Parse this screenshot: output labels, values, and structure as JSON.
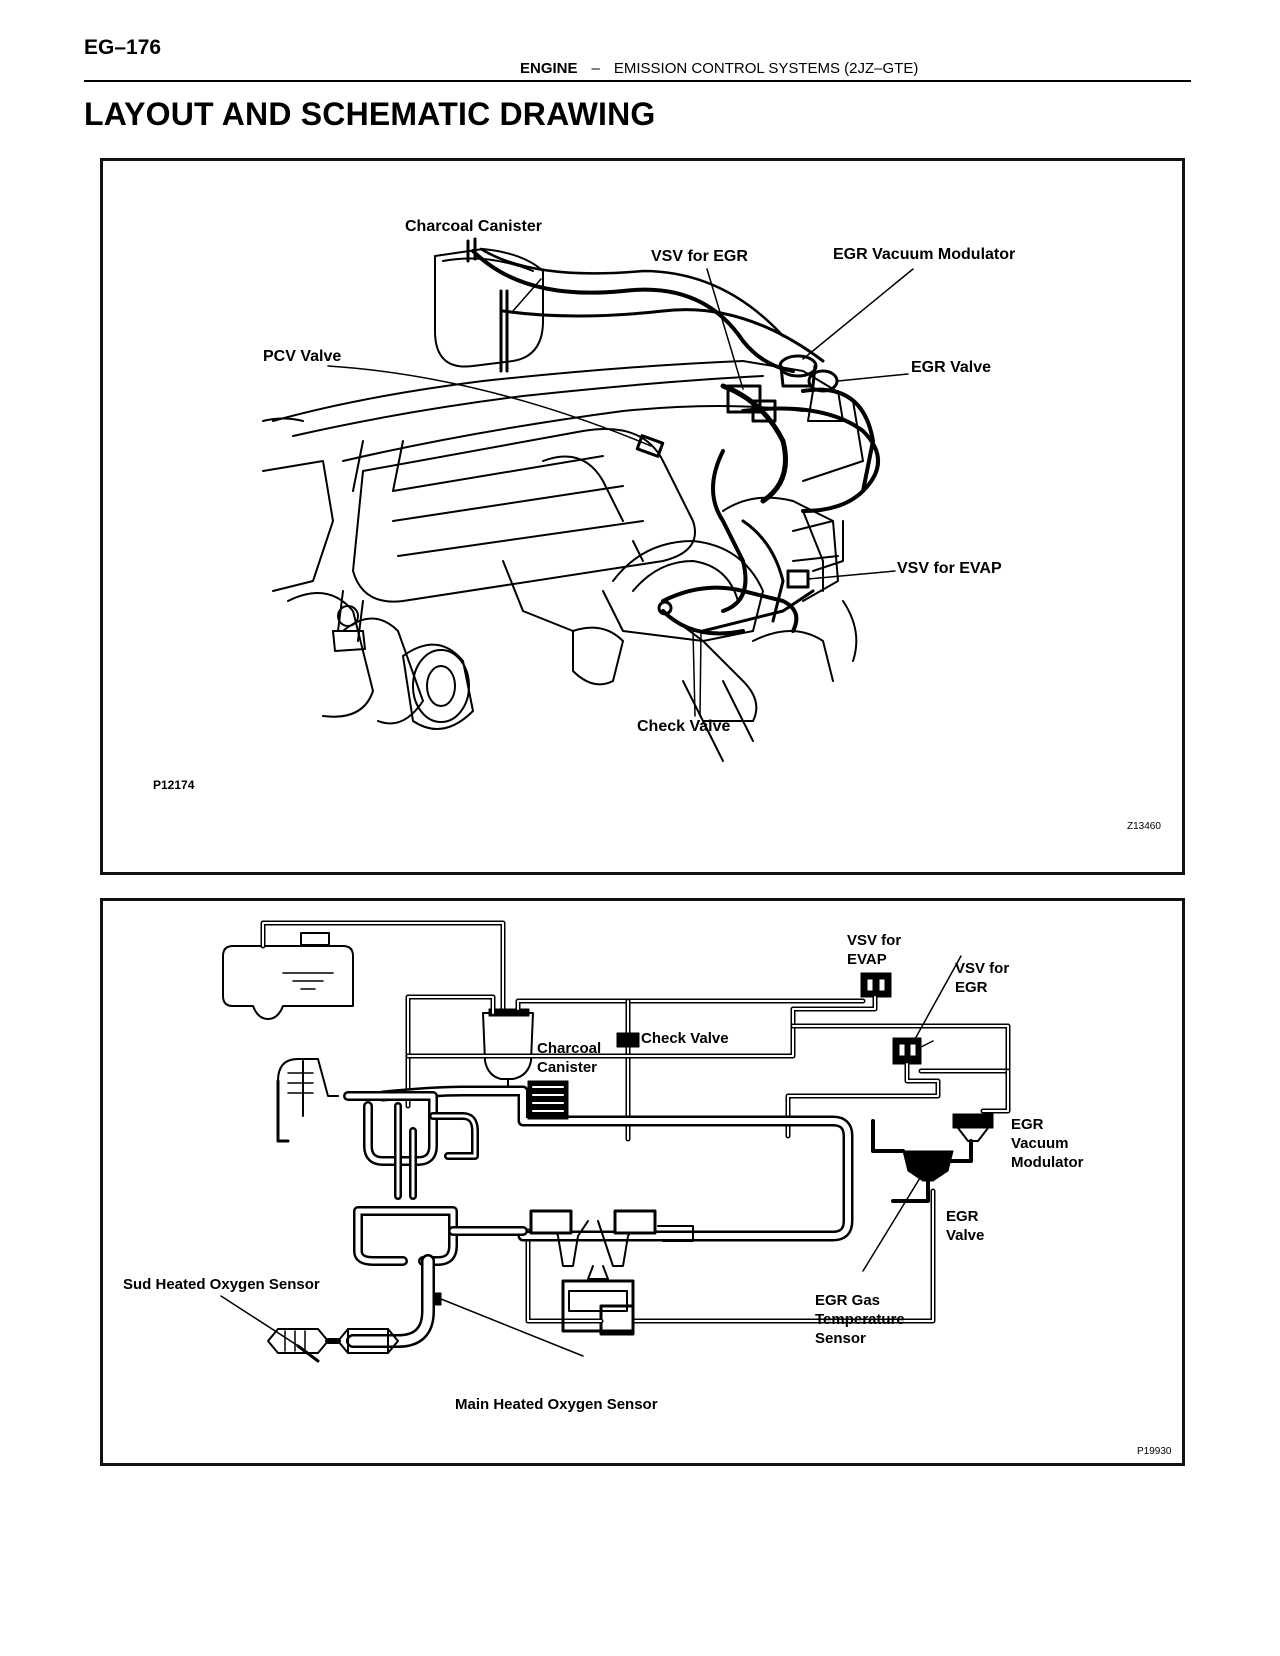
{
  "header": {
    "page_id": "EG–176",
    "section": "ENGINE",
    "separator": "–",
    "subsection": "EMISSION CONTROL SYSTEMS (2JZ–GTE)"
  },
  "title": "LAYOUT AND SCHEMATIC DRAWING",
  "layout_figure": {
    "labels": {
      "charcoal_canister": "Charcoal Canister",
      "vsv_for_egr": "VSV for EGR",
      "egr_vacuum_modulator": "EGR Vacuum Modulator",
      "pcv_valve": "PCV Valve",
      "egr_valve": "EGR Valve",
      "vsv_for_evap": "VSV for EVAP",
      "check_valve": "Check Valve"
    },
    "figure_code": "P12174",
    "corner_code": "Z13460"
  },
  "schematic_figure": {
    "labels": {
      "vsv_for_evap": "VSV for\nEVAP",
      "vsv_for_egr": "VSV for\nEGR",
      "charcoal_canister": "Charcoal\nCanister",
      "check_valve": "Check Valve",
      "egr_vacuum_modulator": "EGR\nVacuum\nModulator",
      "egr_valve": "EGR\nValve",
      "egr_gas_temperature_sensor": "EGR Gas\nTemperature\nSensor",
      "sub_heated_oxygen_sensor": "Sud Heated Oxygen Sensor",
      "main_heated_oxygen_sensor": "Main Heated Oxygen Sensor"
    },
    "corner_code": "P19930"
  }
}
